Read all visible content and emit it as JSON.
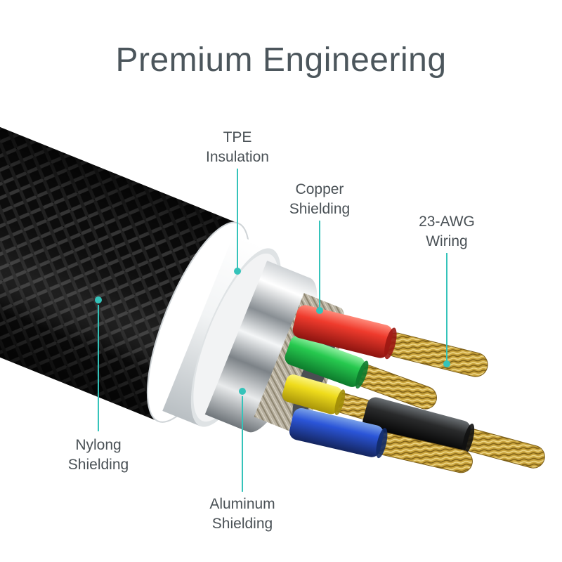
{
  "page": {
    "title": "Premium Engineering"
  },
  "colors": {
    "accent": "#35c3ba",
    "title_text": "#4c565c",
    "label_text": "#4a5156",
    "wire_red": "#e02525",
    "wire_green": "#22c55e",
    "wire_yellow": "#e8d51e",
    "wire_blue": "#2253d6",
    "wire_black": "#1c1c1c",
    "copper_strands": "#caa43c",
    "cable_jacket": "#0e0e0e",
    "tpe_white": "#ffffff",
    "aluminum_silver": "#c9ced1"
  },
  "callouts": [
    {
      "id": "tpe-insulation",
      "line1": "TPE",
      "line2": "Insulation"
    },
    {
      "id": "copper-shielding",
      "line1": "Copper",
      "line2": "Shielding"
    },
    {
      "id": "awg-wiring",
      "line1": "23-AWG",
      "line2": "Wiring"
    },
    {
      "id": "nylon-shielding",
      "line1": "Nylong",
      "line2": "Shielding"
    },
    {
      "id": "aluminum-shielding",
      "line1": "Aluminum",
      "line2": "Shielding"
    }
  ]
}
